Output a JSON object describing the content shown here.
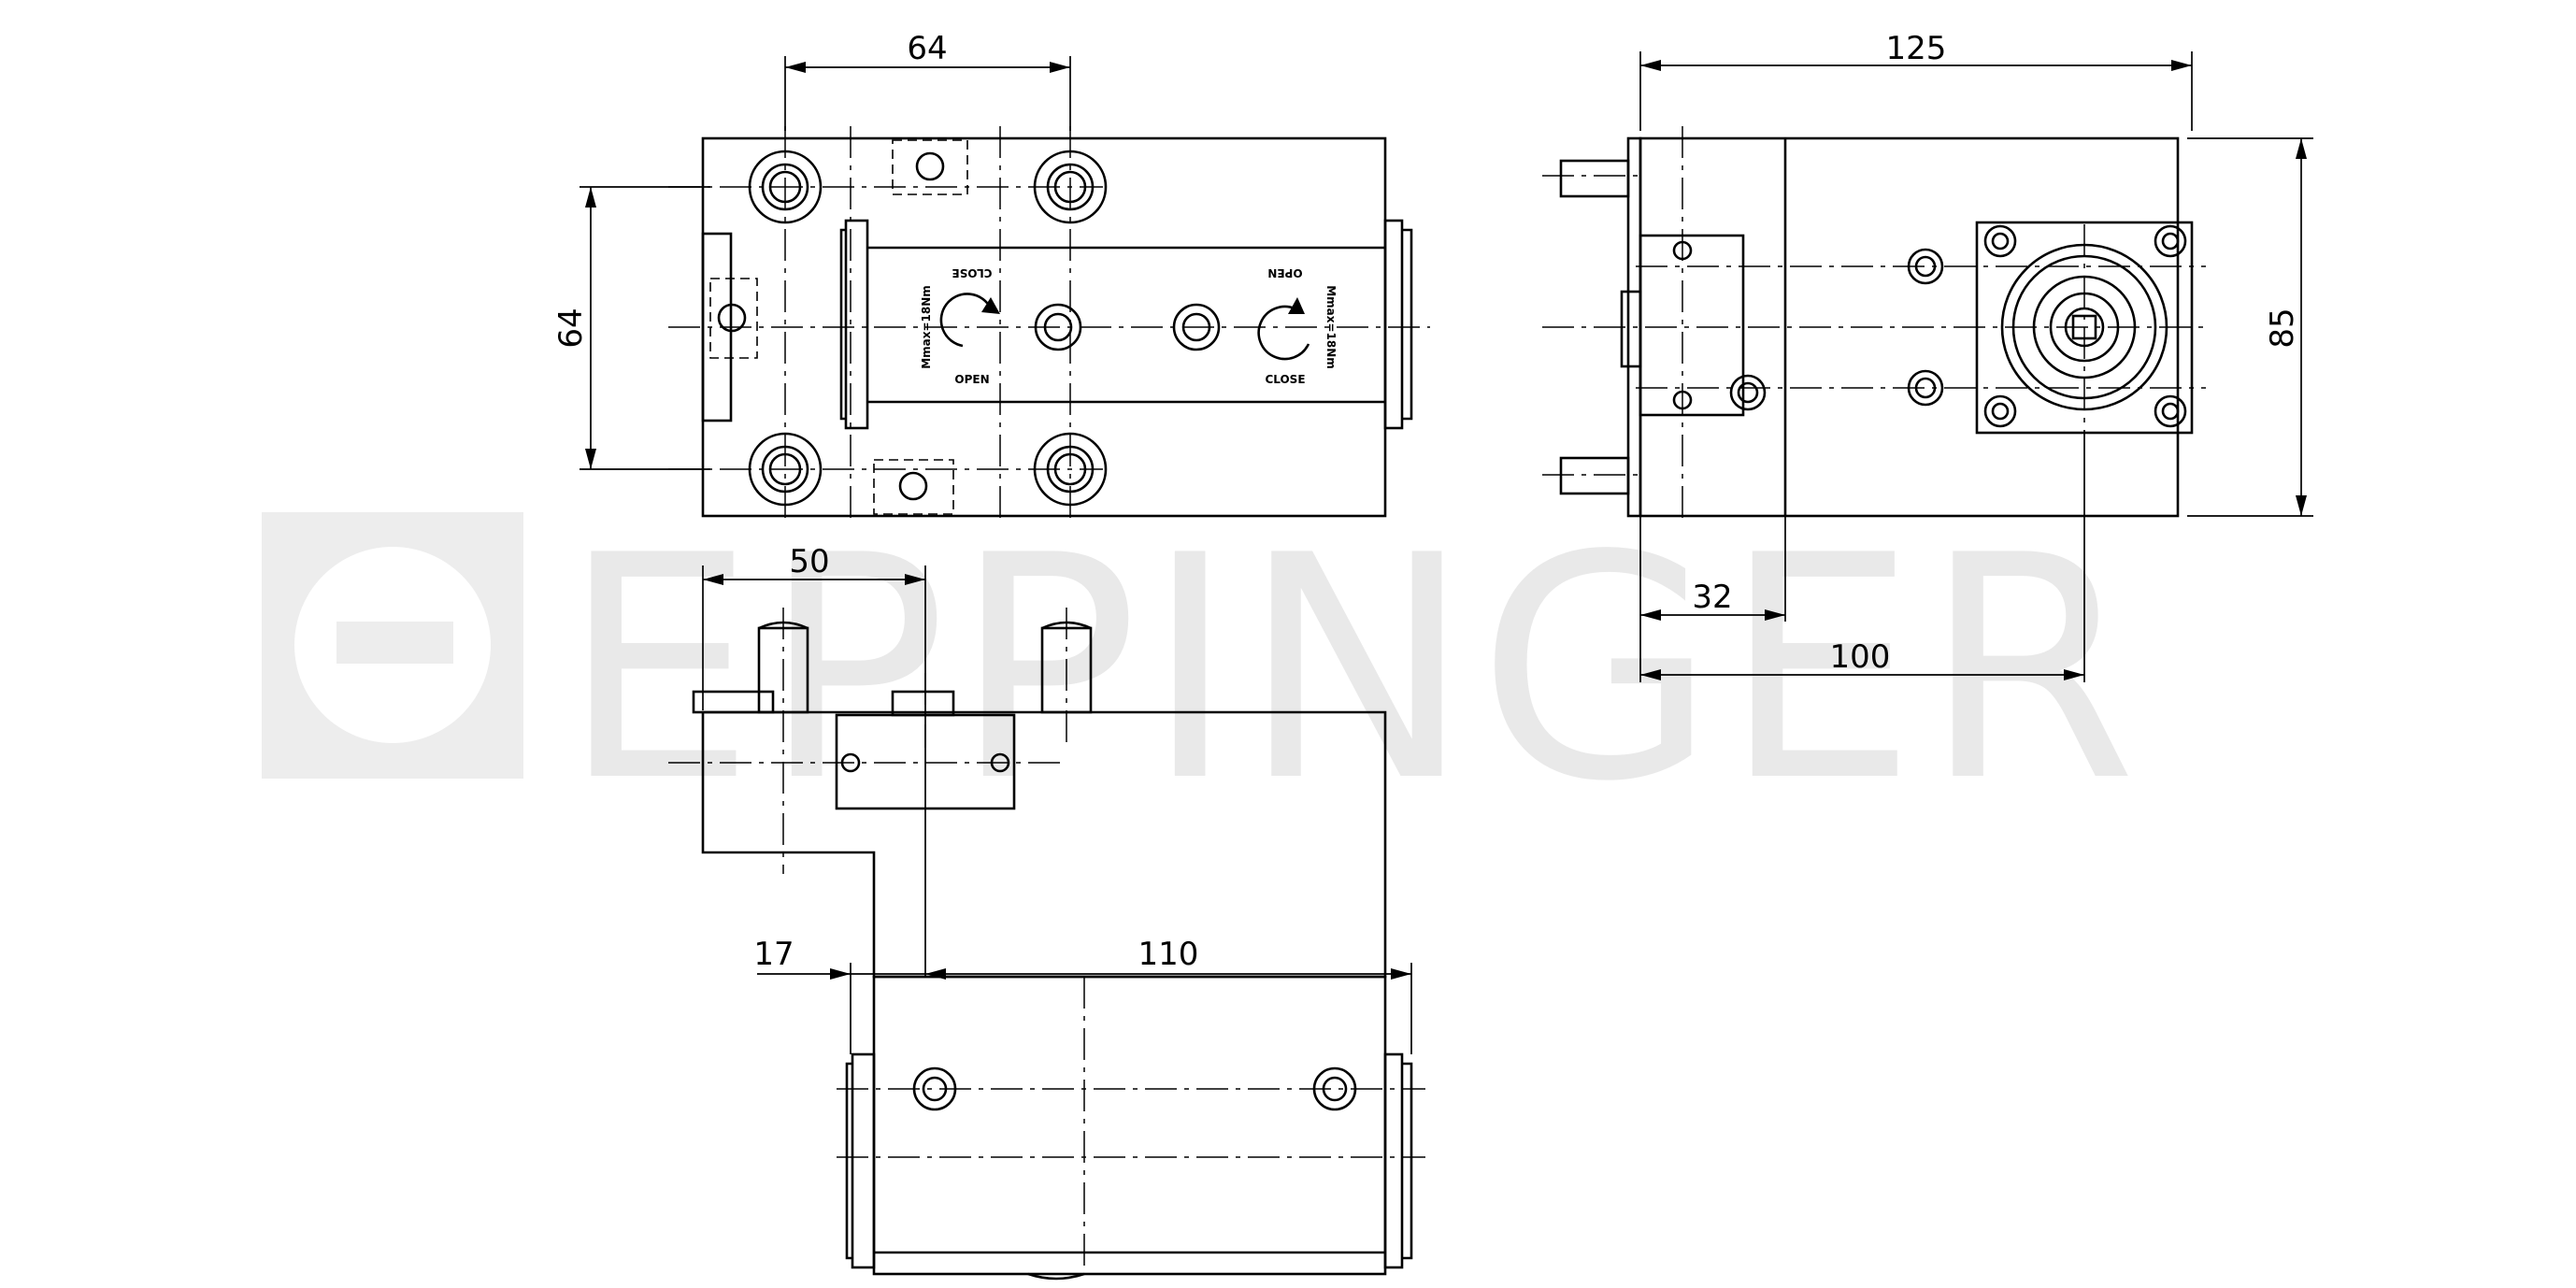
{
  "watermark": {
    "text": "EPPINGER"
  },
  "dimensions": {
    "top_width": "64",
    "top_height": "64",
    "side_width": "125",
    "side_height": "85",
    "side_offset": "32",
    "side_length": "100",
    "front_offset": "50",
    "front_small": "17",
    "front_length": "110"
  },
  "markings": {
    "close_upside": "CLOSE",
    "open_upside": "OPEN",
    "open_lower": "OPEN",
    "close_lower": "CLOSE",
    "torque_left": "Mmax=18Nm",
    "torque_right": "Mmax=18Nm"
  }
}
